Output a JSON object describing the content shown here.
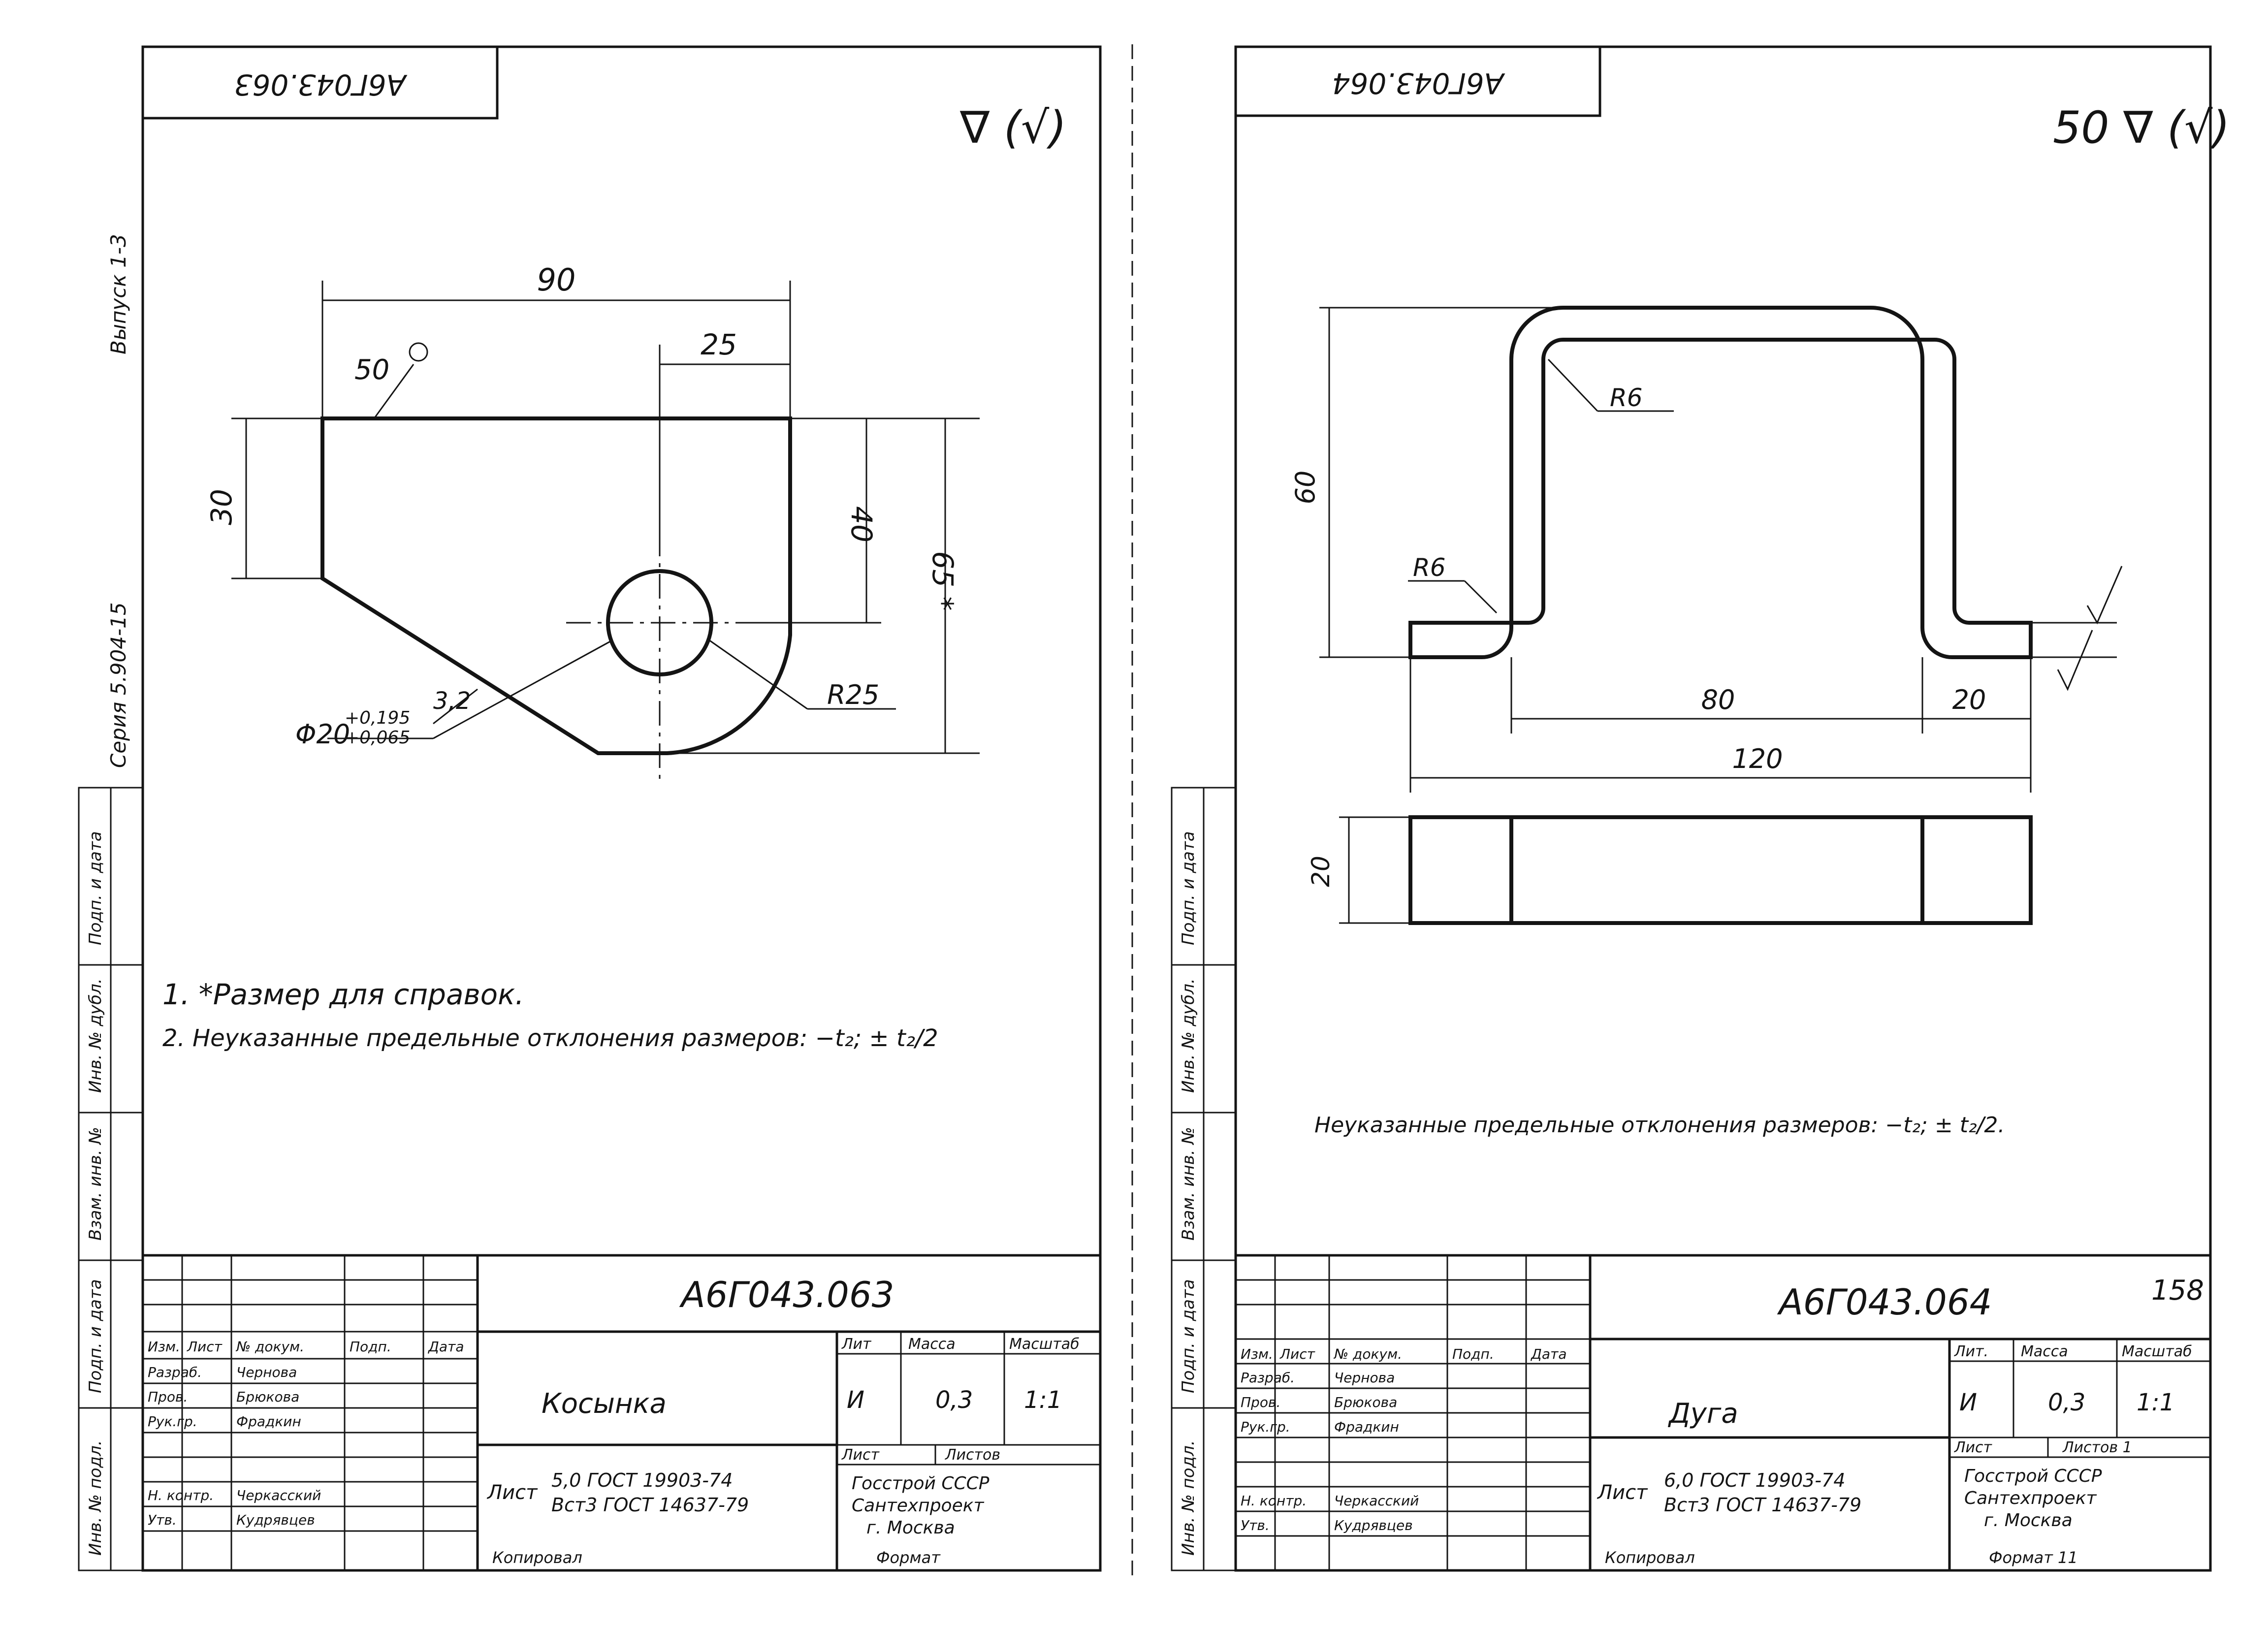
{
  "left_sheet": {
    "stamp_code": "А6Г043.063",
    "side_series": "Серия 5.904-15",
    "side_issue": "Выпуск 1-3",
    "roughness_mark": "∇ (√)",
    "dims": {
      "width": "90",
      "top_offset": "25",
      "left_height": "30",
      "hole_height": "40",
      "total_height": "65 *",
      "surface": "50",
      "chamfer": "3,2",
      "hole_dia": "Φ20",
      "hole_tol_upper": "+0,195",
      "hole_tol_lower": "+0,065",
      "radius": "R25"
    },
    "notes": [
      "1. *Размер для справок.",
      "2. Неуказанные предельные отклонения размеров: −t₂; ± t₂/2"
    ],
    "title_block": {
      "designation": "А6Г043.063",
      "name": "Косынка",
      "col_lit": "Лит",
      "col_mass": "Масса",
      "col_scale": "Масштаб",
      "lit": "И",
      "mass": "0,3",
      "scale": "1:1",
      "sheet": "Лист",
      "sheets": "Листов",
      "material_label": "Лист",
      "material_1": "5,0 ГОСТ 19903-74",
      "material_2": "Вст3 ГОСТ 14637-79",
      "org_1": "Госстрой СССР",
      "org_2": "Сантехпроект",
      "org_3": "г. Москва",
      "copied": "Копировал",
      "format": "Формат",
      "hdr_izm": "Изм.",
      "hdr_list": "Лист",
      "hdr_doc": "№ докум.",
      "hdr_sign": "Подп.",
      "hdr_date": "Дата",
      "roles": [
        "Разраб.",
        "Пров.",
        "Рук.гр.",
        "Н. контр.",
        "Утв."
      ],
      "names": [
        "Чернова",
        "Брюкова",
        "Фрадкин",
        "Черкасский",
        "Кудрявцев"
      ]
    },
    "side_stamp": [
      "Подп. и дата",
      "Инв. № дубл.",
      "Взам. инв. №",
      "Подп. и дата",
      "Инв. № подл."
    ]
  },
  "right_sheet": {
    "stamp_code": "А6Г043.064",
    "roughness_mark": "50 ∇ (√)",
    "dims": {
      "height": "60",
      "radius_top": "R6",
      "radius_bottom": "R6",
      "inner_width": "80",
      "leg": "20",
      "total_width": "120",
      "thickness": "20"
    },
    "note": "Неуказанные предельные отклонения размеров: −t₂; ± t₂/2.",
    "title_block": {
      "designation": "А6Г043.064",
      "page_no": "158",
      "name": "Дуга",
      "col_lit": "Лит.",
      "col_mass": "Масса",
      "col_scale": "Масштаб",
      "lit": "И",
      "mass": "0,3",
      "scale": "1:1",
      "sheet": "Лист",
      "sheets": "Листов 1",
      "material_label": "Лист",
      "material_1": "6,0 ГОСТ 19903-74",
      "material_2": "Вст3 ГОСТ 14637-79",
      "org_1": "Госстрой СССР",
      "org_2": "Сантехпроект",
      "org_3": "г. Москва",
      "copied": "Копировал",
      "format": "Формат 11",
      "hdr_izm": "Изм.",
      "hdr_list": "Лист",
      "hdr_doc": "№ докум.",
      "hdr_sign": "Подп.",
      "hdr_date": "Дата",
      "roles": [
        "Разраб.",
        "Пров.",
        "Рук.гр.",
        "Н. контр.",
        "Утв."
      ],
      "names": [
        "Чернова",
        "Брюкова",
        "Фрадкин",
        "Черкасский",
        "Кудрявцев"
      ]
    },
    "side_stamp": [
      "Подп. и дата",
      "Инв. № дубл.",
      "Взам. инв. №",
      "Подп. и дата",
      "Инв. № подл."
    ]
  }
}
